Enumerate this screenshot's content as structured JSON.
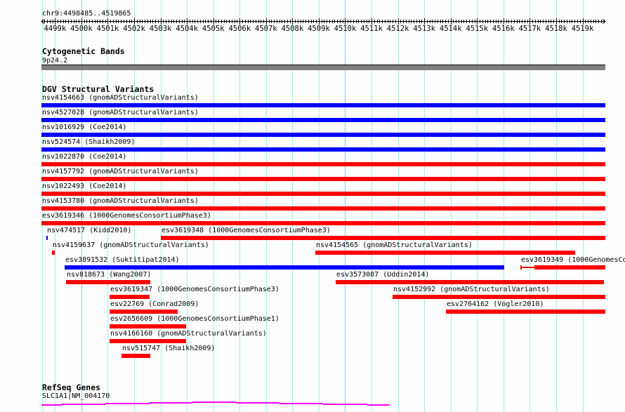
{
  "location": "chr9:4498485..4519865",
  "region": {
    "start_kb": 4498.485,
    "end_kb": 4519.865
  },
  "ruler": {
    "ticks": [
      "4499k",
      "4500k",
      "4501k",
      "4502k",
      "4503k",
      "4504k",
      "4505k",
      "4506k",
      "4507k",
      "4508k",
      "4509k",
      "4510k",
      "4511k",
      "4512k",
      "4513k",
      "4514k",
      "4515k",
      "4516k",
      "4517k",
      "4518k",
      "4519k"
    ]
  },
  "cyto": {
    "title": "Cytogenetic Bands",
    "band": "9p24.2",
    "color": "#808080"
  },
  "dgv": {
    "title": "DGV Structural Variants",
    "colors": {
      "gain": "#0000ff",
      "loss": "#ff0000"
    },
    "features": [
      {
        "label": "nsv4154663 (gnomADStructuralVariants)",
        "start_kb": 4498.485,
        "end_kb": 4519.865,
        "color": "#0000ff"
      },
      {
        "label": "nsv4527028 (gnomADStructuralVariants)",
        "start_kb": 4498.485,
        "end_kb": 4519.865,
        "color": "#0000ff"
      },
      {
        "label": "nsv1016929 (Coe2014)",
        "start_kb": 4498.485,
        "end_kb": 4519.865,
        "color": "#0000ff"
      },
      {
        "label": "nsv524574 (Shaikh2009)",
        "start_kb": 4498.485,
        "end_kb": 4519.865,
        "color": "#0000ff"
      },
      {
        "label": "nsv1022870 (Coe2014)",
        "start_kb": 4498.485,
        "end_kb": 4519.865,
        "color": "#ff0000"
      },
      {
        "label": "nsv4157792 (gnomADStructuralVariants)",
        "start_kb": 4498.485,
        "end_kb": 4519.865,
        "color": "#ff0000"
      },
      {
        "label": "nsv1022493 (Coe2014)",
        "start_kb": 4498.485,
        "end_kb": 4519.865,
        "color": "#ff0000"
      },
      {
        "label": "nsv4153780 (gnomADStructuralVariants)",
        "start_kb": 4498.485,
        "end_kb": 4519.865,
        "color": "#ff0000"
      },
      {
        "label": "esv3619346 (1000GenomesConsortiumPhase3)",
        "start_kb": 4498.485,
        "end_kb": 4519.865,
        "color": "#ff0000"
      },
      {
        "label": "nsv474517 (Kidd2010)",
        "start_kb": 4498.68,
        "end_kb": 4498.73,
        "color": "#0000ff"
      },
      {
        "label": "esv3619348 (1000GenomesConsortiumPhase3)",
        "start_kb": 4503.01,
        "end_kb": 4519.865,
        "color": "#ff0000"
      },
      {
        "label": "nsv4159637 (gnomADStructuralVariants)",
        "start_kb": 4498.89,
        "end_kb": 4499.0,
        "color": "#ff0000"
      },
      {
        "label": "nsv4154565 (gnomADStructuralVariants)",
        "start_kb": 4508.88,
        "end_kb": 4518.73,
        "color": "#ff0000"
      },
      {
        "label": "esv3891532 (Suktitipat2014)",
        "start_kb": 4499.37,
        "end_kb": 4516.04,
        "color": "#0000ff"
      },
      {
        "label": "esv3619349 (1000GenomesCo",
        "start_kb": 4516.65,
        "thick_start_kb": 4517.18,
        "end_kb": 4519.865,
        "color": "#ff0000"
      },
      {
        "label": "nsv818673 (Wang2007)",
        "start_kb": 4499.43,
        "end_kb": 4502.6,
        "color": "#ff0000"
      },
      {
        "label": "esv3573087 (Uddin2014)",
        "start_kb": 4509.65,
        "end_kb": 4519.8,
        "color": "#ff0000"
      },
      {
        "label": "esv3619347 (1000GenomesConsortiumPhase3)",
        "start_kb": 4501.08,
        "end_kb": 4502.58,
        "color": "#ff0000"
      },
      {
        "label": "nsv4152992 (gnomADStructuralVariants)",
        "start_kb": 4511.79,
        "end_kb": 4519.865,
        "color": "#ff0000"
      },
      {
        "label": "esv22769 (Conrad2009)",
        "start_kb": 4501.08,
        "end_kb": 4503.65,
        "color": "#ff0000"
      },
      {
        "label": "esv2764162 (Vogler2010)",
        "start_kb": 4513.82,
        "end_kb": 4519.865,
        "color": "#ff0000"
      },
      {
        "label": "esv2656609 (1000GenomesConsortiumPhase1)",
        "start_kb": 4501.08,
        "end_kb": 4503.97,
        "color": "#ff0000"
      },
      {
        "label": "nsv4166160 (gnomADStructuralVariants)",
        "start_kb": 4501.08,
        "end_kb": 4503.97,
        "color": "#ff0000"
      },
      {
        "label": "nsv515747 (Shaikh2009)",
        "start_kb": 4501.51,
        "end_kb": 4502.6,
        "color": "#ff0000"
      }
    ]
  },
  "refseq": {
    "title": "RefSeq Genes",
    "gene": "SLC1A1|NM_004170",
    "color": "#ff00ff"
  }
}
